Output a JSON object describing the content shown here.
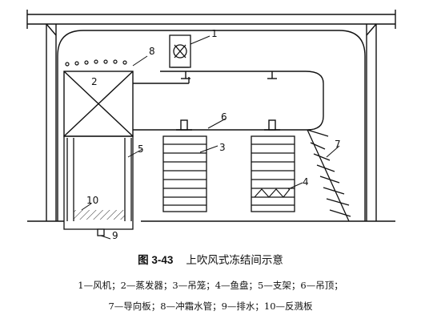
{
  "labels": {
    "n1": "1",
    "n2": "2",
    "n3": "3",
    "n4": "4",
    "n5": "5",
    "n6": "6",
    "n7": "7",
    "n8": "8",
    "n9": "9",
    "n10": "10"
  },
  "caption": {
    "figure_no": "图 3-43",
    "title": "上吹风式冻结间示意"
  },
  "legend": {
    "line1": "1—风机；2—蒸发器；3—吊笼；4—鱼盘；5—支架；6—吊顶；",
    "line2": "7—导向板；8—冲霜水管；9—排水；10—反溅板"
  }
}
